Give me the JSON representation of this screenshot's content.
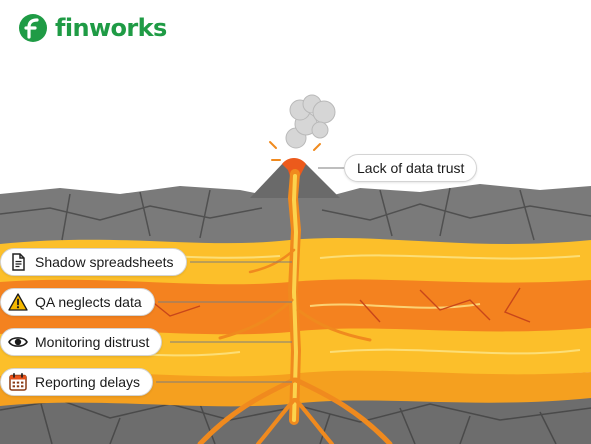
{
  "brand": {
    "name": "finworks",
    "color": "#1f9b45",
    "mark_icon": "finworks-f-logo"
  },
  "top_label": {
    "text": "Lack of data trust"
  },
  "layer_labels": [
    {
      "text": "Shadow spreadsheets",
      "icon": "document-icon"
    },
    {
      "text": "QA neglects data",
      "icon": "warning-icon"
    },
    {
      "text": "Monitoring distrust",
      "icon": "eye-icon"
    },
    {
      "text": "Reporting delays",
      "icon": "calendar-icon"
    }
  ],
  "colors": {
    "magma_yellow": "#fcbf2a",
    "magma_orange": "#f4821f",
    "lava_red": "#e8521a",
    "rock_gray": "#6f6f6f",
    "smoke": "#cfcfcf"
  }
}
